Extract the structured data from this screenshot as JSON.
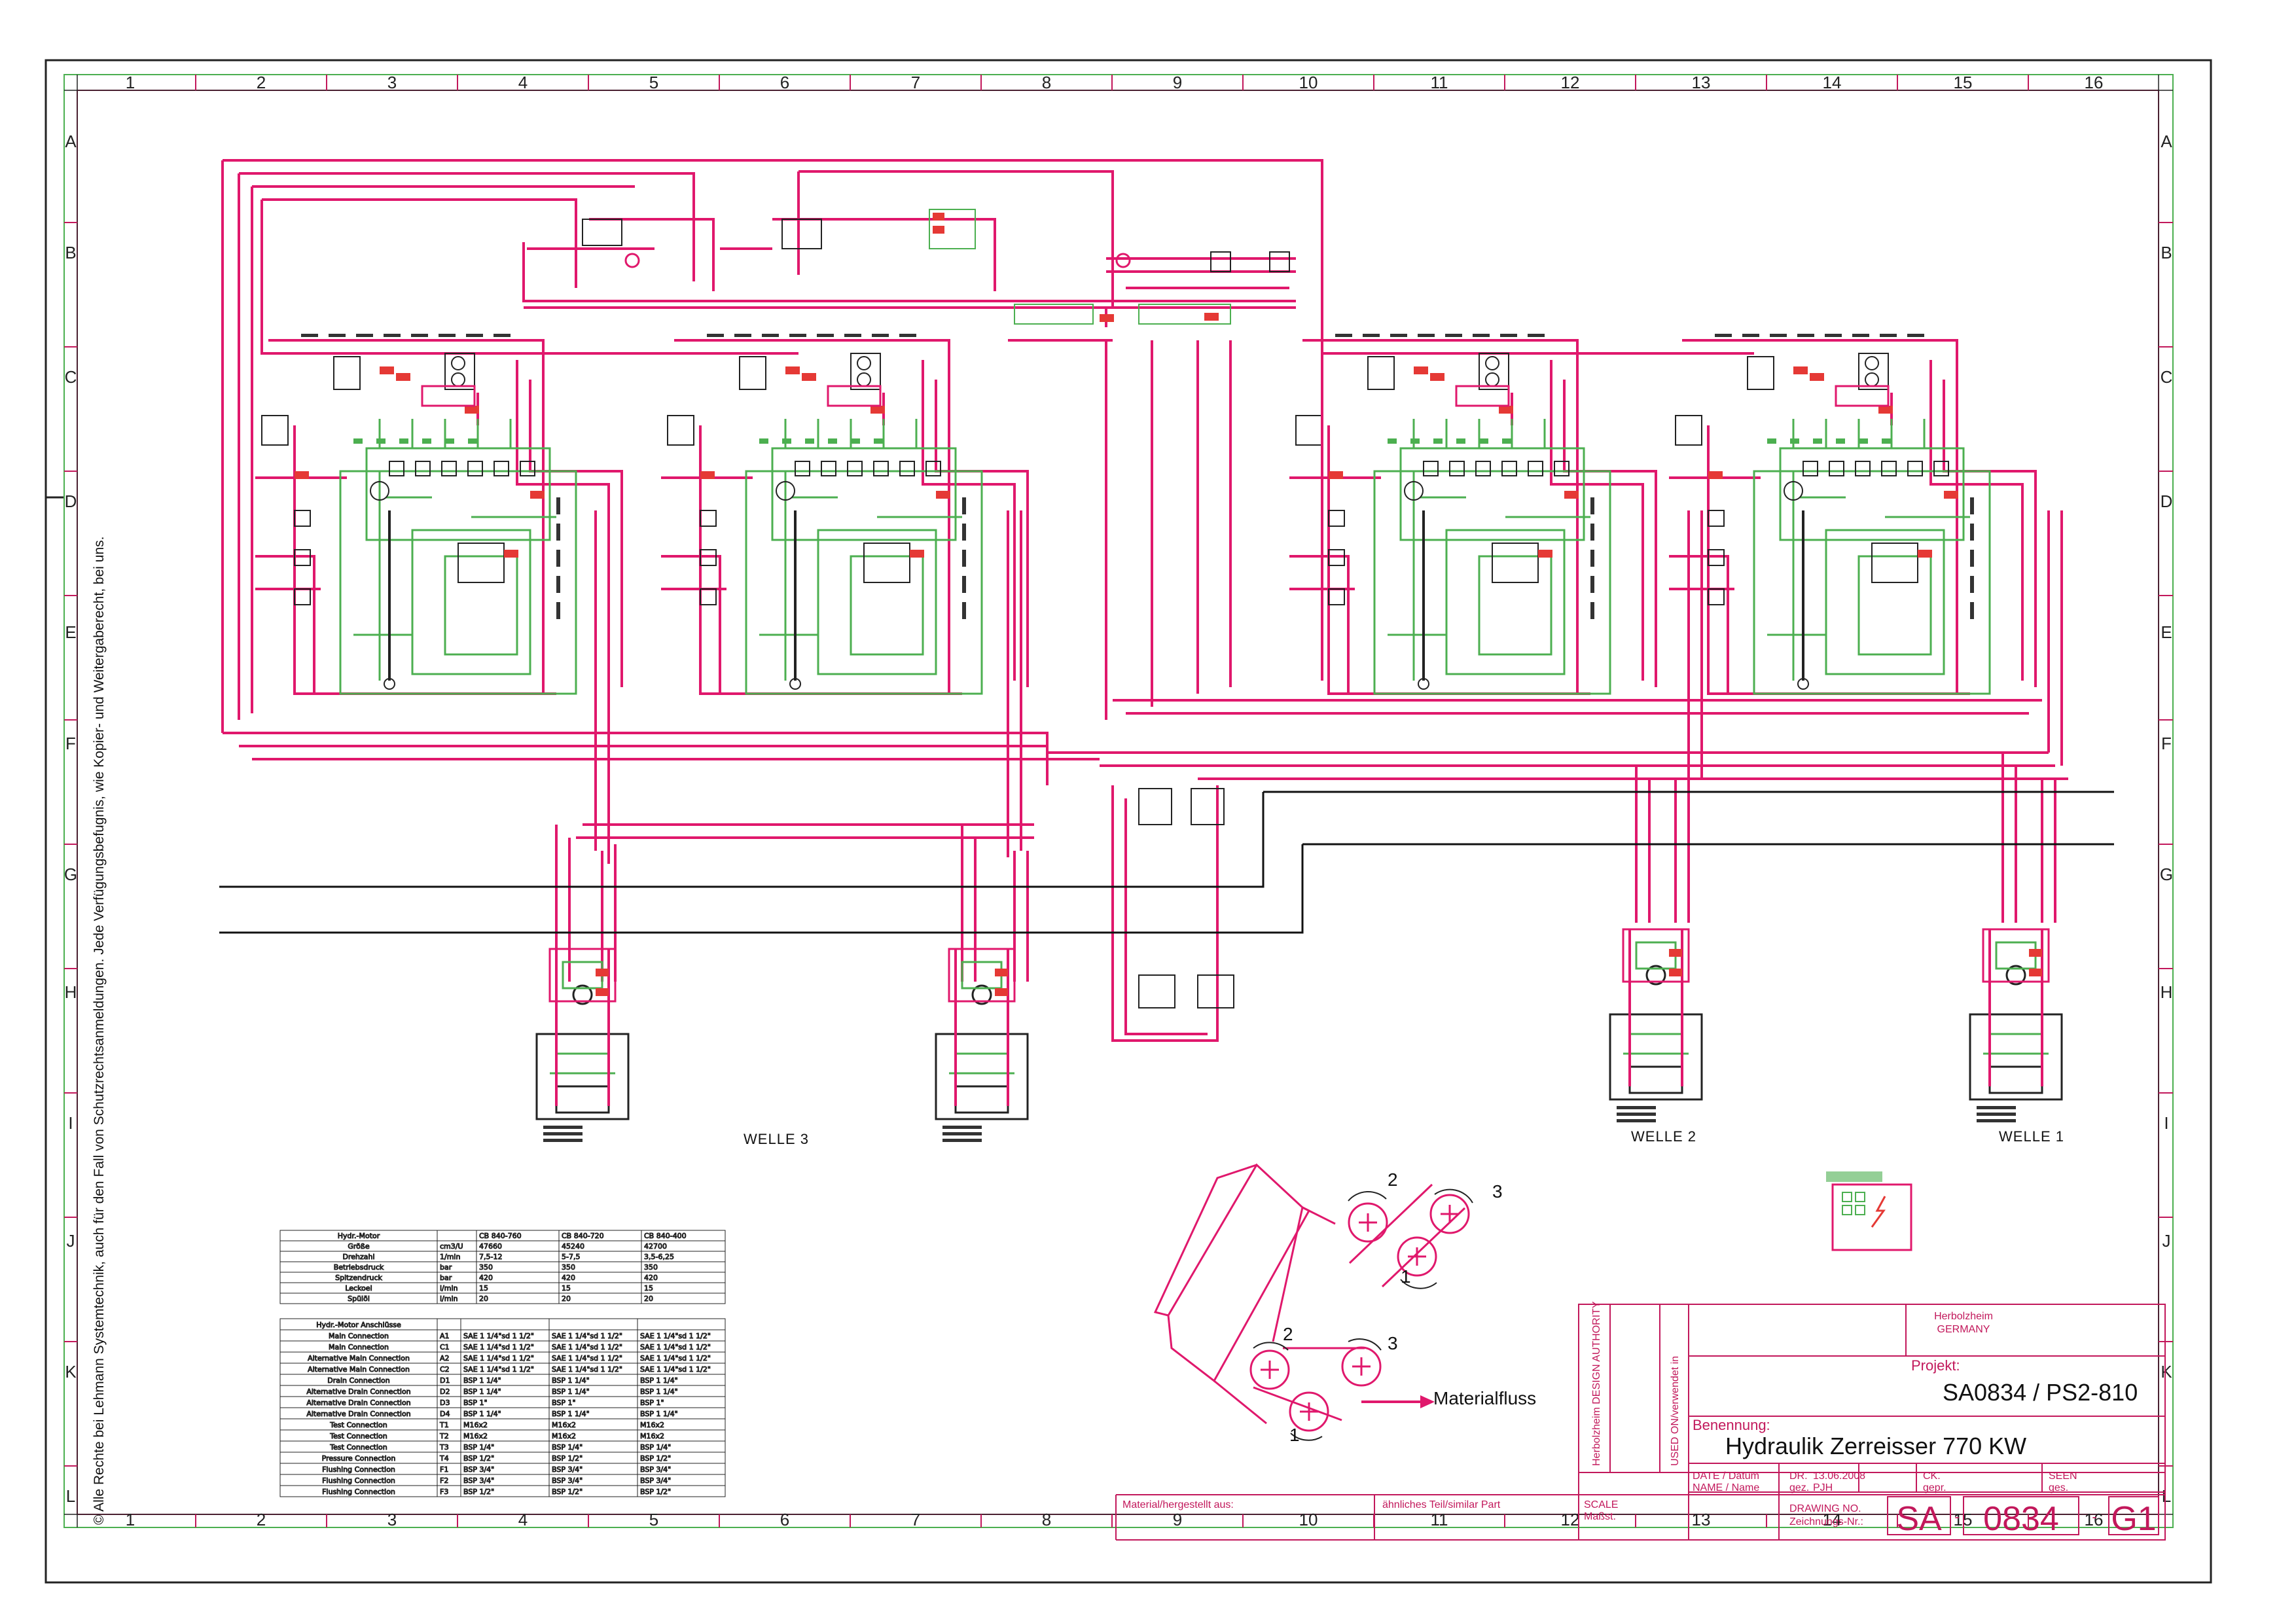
{
  "drawing": {
    "grid_columns": [
      "1",
      "2",
      "3",
      "4",
      "5",
      "6",
      "7",
      "8",
      "9",
      "10",
      "11",
      "12",
      "13",
      "14",
      "15",
      "16"
    ],
    "grid_rows": [
      "A",
      "B",
      "C",
      "D",
      "E",
      "F",
      "G",
      "H",
      "I",
      "J",
      "K",
      "L"
    ],
    "copyright_note": "© Alle Rechte bei Lehmann Systemtechnik, auch für den Fall von Schutzrechtsanmeldungen. Jede Verfügungsbefugnis, wie Kopier- und Weitergaberecht, bei uns.",
    "shafts": [
      "WELLE 3",
      "WELLE 2",
      "WELLE 1"
    ],
    "material_flow_label": "Materialfluss",
    "roller_numbers": [
      "2",
      "3",
      "1",
      "2",
      "3",
      "1"
    ],
    "colors": {
      "pressure_line": "#e0186c",
      "return_line": "#4caf50",
      "frame": "#222222",
      "accent_red": "#d32f2f"
    }
  },
  "motor_table": {
    "header": [
      "Hydr.-Motor",
      "",
      "CB 840-760",
      "CB 840-720",
      "CB 840-400"
    ],
    "rows": [
      [
        "Größe",
        "cm3/U",
        "47660",
        "45240",
        "42700"
      ],
      [
        "Drehzahl",
        "1/min",
        "7,5-12",
        "5-7,5",
        "3,5-6,25"
      ],
      [
        "Betriebsdruck",
        "bar",
        "350",
        "350",
        "350"
      ],
      [
        "Spitzendruck",
        "bar",
        "420",
        "420",
        "420"
      ],
      [
        "Leckoel",
        "l/min",
        "15",
        "15",
        "15"
      ],
      [
        "Spülöl",
        "l/min",
        "20",
        "20",
        "20"
      ]
    ]
  },
  "connection_table": {
    "header": [
      "Hydr.-Motor Anschlüsse",
      "",
      "",
      "",
      ""
    ],
    "rows": [
      [
        "Main Connection",
        "A1",
        "SAE 1 1/4\"sd 1 1/2\"",
        "SAE 1 1/4\"sd 1 1/2\"",
        "SAE 1 1/4\"sd 1 1/2\""
      ],
      [
        "Main Connection",
        "C1",
        "SAE 1 1/4\"sd 1 1/2\"",
        "SAE 1 1/4\"sd 1 1/2\"",
        "SAE 1 1/4\"sd 1 1/2\""
      ],
      [
        "Alternative Main Connection",
        "A2",
        "SAE 1 1/4\"sd 1 1/2\"",
        "SAE 1 1/4\"sd 1 1/2\"",
        "SAE 1 1/4\"sd 1 1/2\""
      ],
      [
        "Alternative Main Connection",
        "C2",
        "SAE 1 1/4\"sd 1 1/2\"",
        "SAE 1 1/4\"sd 1 1/2\"",
        "SAE 1 1/4\"sd 1 1/2\""
      ],
      [
        "Drain Connection",
        "D1",
        "BSP 1 1/4\"",
        "BSP 1 1/4\"",
        "BSP 1 1/4\""
      ],
      [
        "Alternative Drain Connection",
        "D2",
        "BSP 1 1/4\"",
        "BSP 1 1/4\"",
        "BSP 1 1/4\""
      ],
      [
        "Alternative Drain Connection",
        "D3",
        "BSP 1\"",
        "BSP 1\"",
        "BSP 1\""
      ],
      [
        "Alternative Drain Connection",
        "D4",
        "BSP 1 1/4\"",
        "BSP 1 1/4\"",
        "BSP 1 1/4\""
      ],
      [
        "Test Connection",
        "T1",
        "M16x2",
        "M16x2",
        "M16x2"
      ],
      [
        "Test Connection",
        "T2",
        "M16x2",
        "M16x2",
        "M16x2"
      ],
      [
        "Test Connection",
        "T3",
        "BSP 1/4\"",
        "BSP 1/4\"",
        "BSP 1/4\""
      ],
      [
        "Pressure Connection",
        "T4",
        "BSP 1/2\"",
        "BSP 1/2\"",
        "BSP 1/2\""
      ],
      [
        "Flushing Connection",
        "F1",
        "BSP 3/4\"",
        "BSP 3/4\"",
        "BSP 3/4\""
      ],
      [
        "Flushing Connection",
        "F2",
        "BSP 3/4\"",
        "BSP 3/4\"",
        "BSP 3/4\""
      ],
      [
        "Flushing Connection",
        "F3",
        "BSP 1/2\"",
        "BSP 1/2\"",
        "BSP 1/2\""
      ]
    ]
  },
  "title_block": {
    "company_location": "Herbolzheim",
    "company_country": "GERMANY",
    "projekt_label": "Projekt:",
    "projekt_value": "SA0834 / PS2-810",
    "benennung_label": "Benennung:",
    "benennung_value": "Hydraulik Zerreisser 770 KW",
    "design_authority": "Herbolzheim DESIGN AUTHORITY",
    "used_on": "USED ON/verwendet in",
    "date_label": "DATE / Datum",
    "name_label": "NAME / Name",
    "dr_label": "DR.",
    "dr_date": "13.06.2008",
    "gez_label": "gez.",
    "gez_name": "PJH",
    "ck_label": "CK.",
    "gepr_label": "gepr.",
    "seen_label": "SEEN",
    "gesehen_label": "ges.",
    "drawing_no_label": "DRAWING NO.",
    "zeichnung_label": "Zeichnungs-Nr.:",
    "dwg_prefix": "SA",
    "dwg_number": "0834",
    "dwg_sheet": "G1",
    "material_label": "Material/hergestellt aus:",
    "similar_part_label": "ähnliches Teil/similar Part",
    "scale_label": "SCALE",
    "massstab_label": "Maßst."
  }
}
